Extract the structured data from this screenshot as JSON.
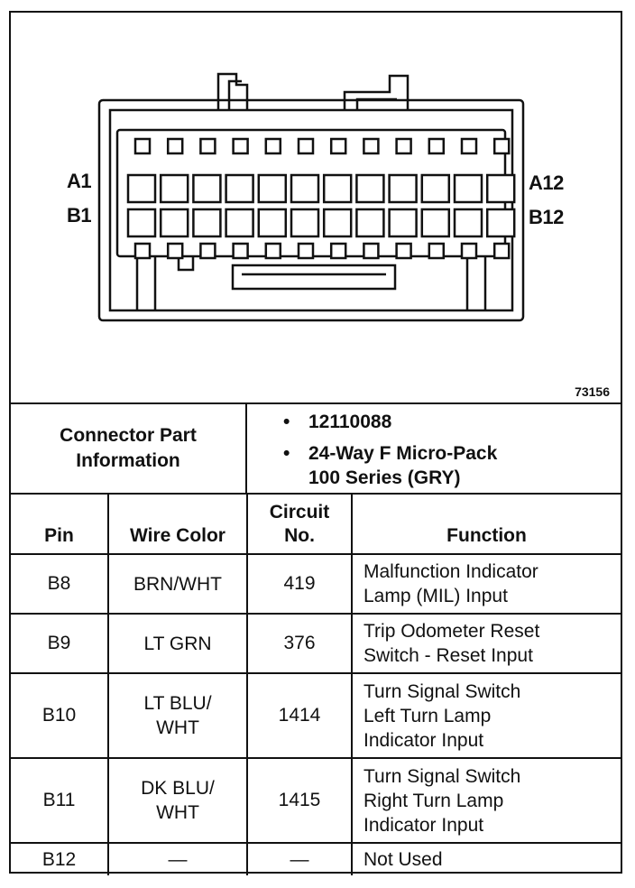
{
  "diagram": {
    "pin_labels": {
      "a1": "A1",
      "b1": "B1",
      "a12": "A12",
      "b12": "B12"
    },
    "figure_number": "73156"
  },
  "connector_info": {
    "label_line1": "Connector Part",
    "label_line2": "Information",
    "items": [
      "12110088",
      "24-Way F Micro-Pack",
      "100 Series (GRY)"
    ]
  },
  "table": {
    "headers": {
      "pin": "Pin",
      "wire_color": "Wire Color",
      "circuit_line1": "Circuit",
      "circuit_line2": "No.",
      "function": "Function"
    },
    "rows": [
      {
        "pin": "B8",
        "wire": [
          "BRN/WHT"
        ],
        "circuit": "419",
        "function": [
          "Malfunction Indicator",
          "Lamp (MIL) Input"
        ]
      },
      {
        "pin": "B9",
        "wire": [
          "LT GRN"
        ],
        "circuit": "376",
        "function": [
          "Trip Odometer Reset",
          "Switch - Reset Input"
        ]
      },
      {
        "pin": "B10",
        "wire": [
          "LT BLU/",
          "WHT"
        ],
        "circuit": "1414",
        "function": [
          "Turn Signal Switch",
          "Left Turn Lamp",
          "Indicator Input"
        ]
      },
      {
        "pin": "B11",
        "wire": [
          "DK BLU/",
          "WHT"
        ],
        "circuit": "1415",
        "function": [
          "Turn Signal Switch",
          "Right Turn Lamp",
          "Indicator Input"
        ]
      },
      {
        "pin": "B12",
        "wire": [
          "—"
        ],
        "circuit": "—",
        "function": [
          "Not Used"
        ]
      }
    ]
  }
}
